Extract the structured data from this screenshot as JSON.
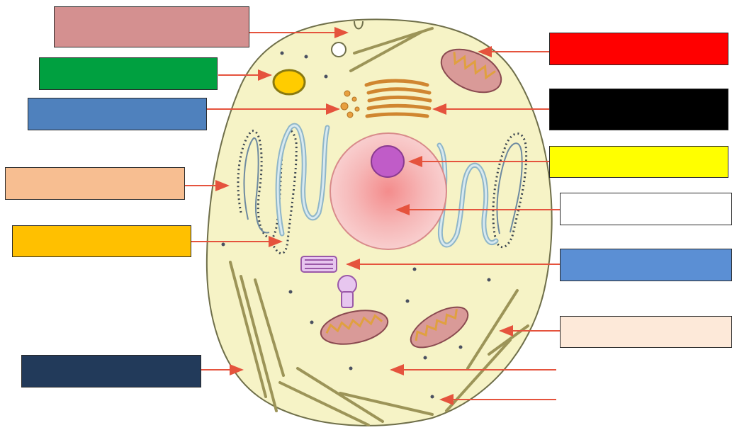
{
  "diagram": {
    "label_boxes": [
      {
        "id": "box-1",
        "color": "#d49090"
      },
      {
        "id": "box-2",
        "color": "#00a040"
      },
      {
        "id": "box-3",
        "color": "#4f81bd"
      },
      {
        "id": "box-4",
        "color": "#f7be91"
      },
      {
        "id": "box-5",
        "color": "#ffc000"
      },
      {
        "id": "box-6",
        "color": "#223a5a"
      },
      {
        "id": "box-7",
        "color": "#ff0000"
      },
      {
        "id": "box-8",
        "color": "#000000"
      },
      {
        "id": "box-9",
        "color": "#ffff00"
      },
      {
        "id": "box-10",
        "color": "#ffffff"
      },
      {
        "id": "box-11",
        "color": "#5b8fd4"
      },
      {
        "id": "box-12",
        "color": "#fde9d9"
      }
    ],
    "colors": {
      "cytoplasm": "#f6f3c6",
      "membrane": "#7a7a50",
      "arrow": "#e5533d",
      "nucleus": "#f3b8b8",
      "nucleolus": "#c05cc8",
      "er": "#a6c8d6",
      "golgi": "#e8a040",
      "mitochondrion": "#d99a98",
      "lysosome": "#ffcc00",
      "cytoskeleton": "#b8b070"
    }
  }
}
